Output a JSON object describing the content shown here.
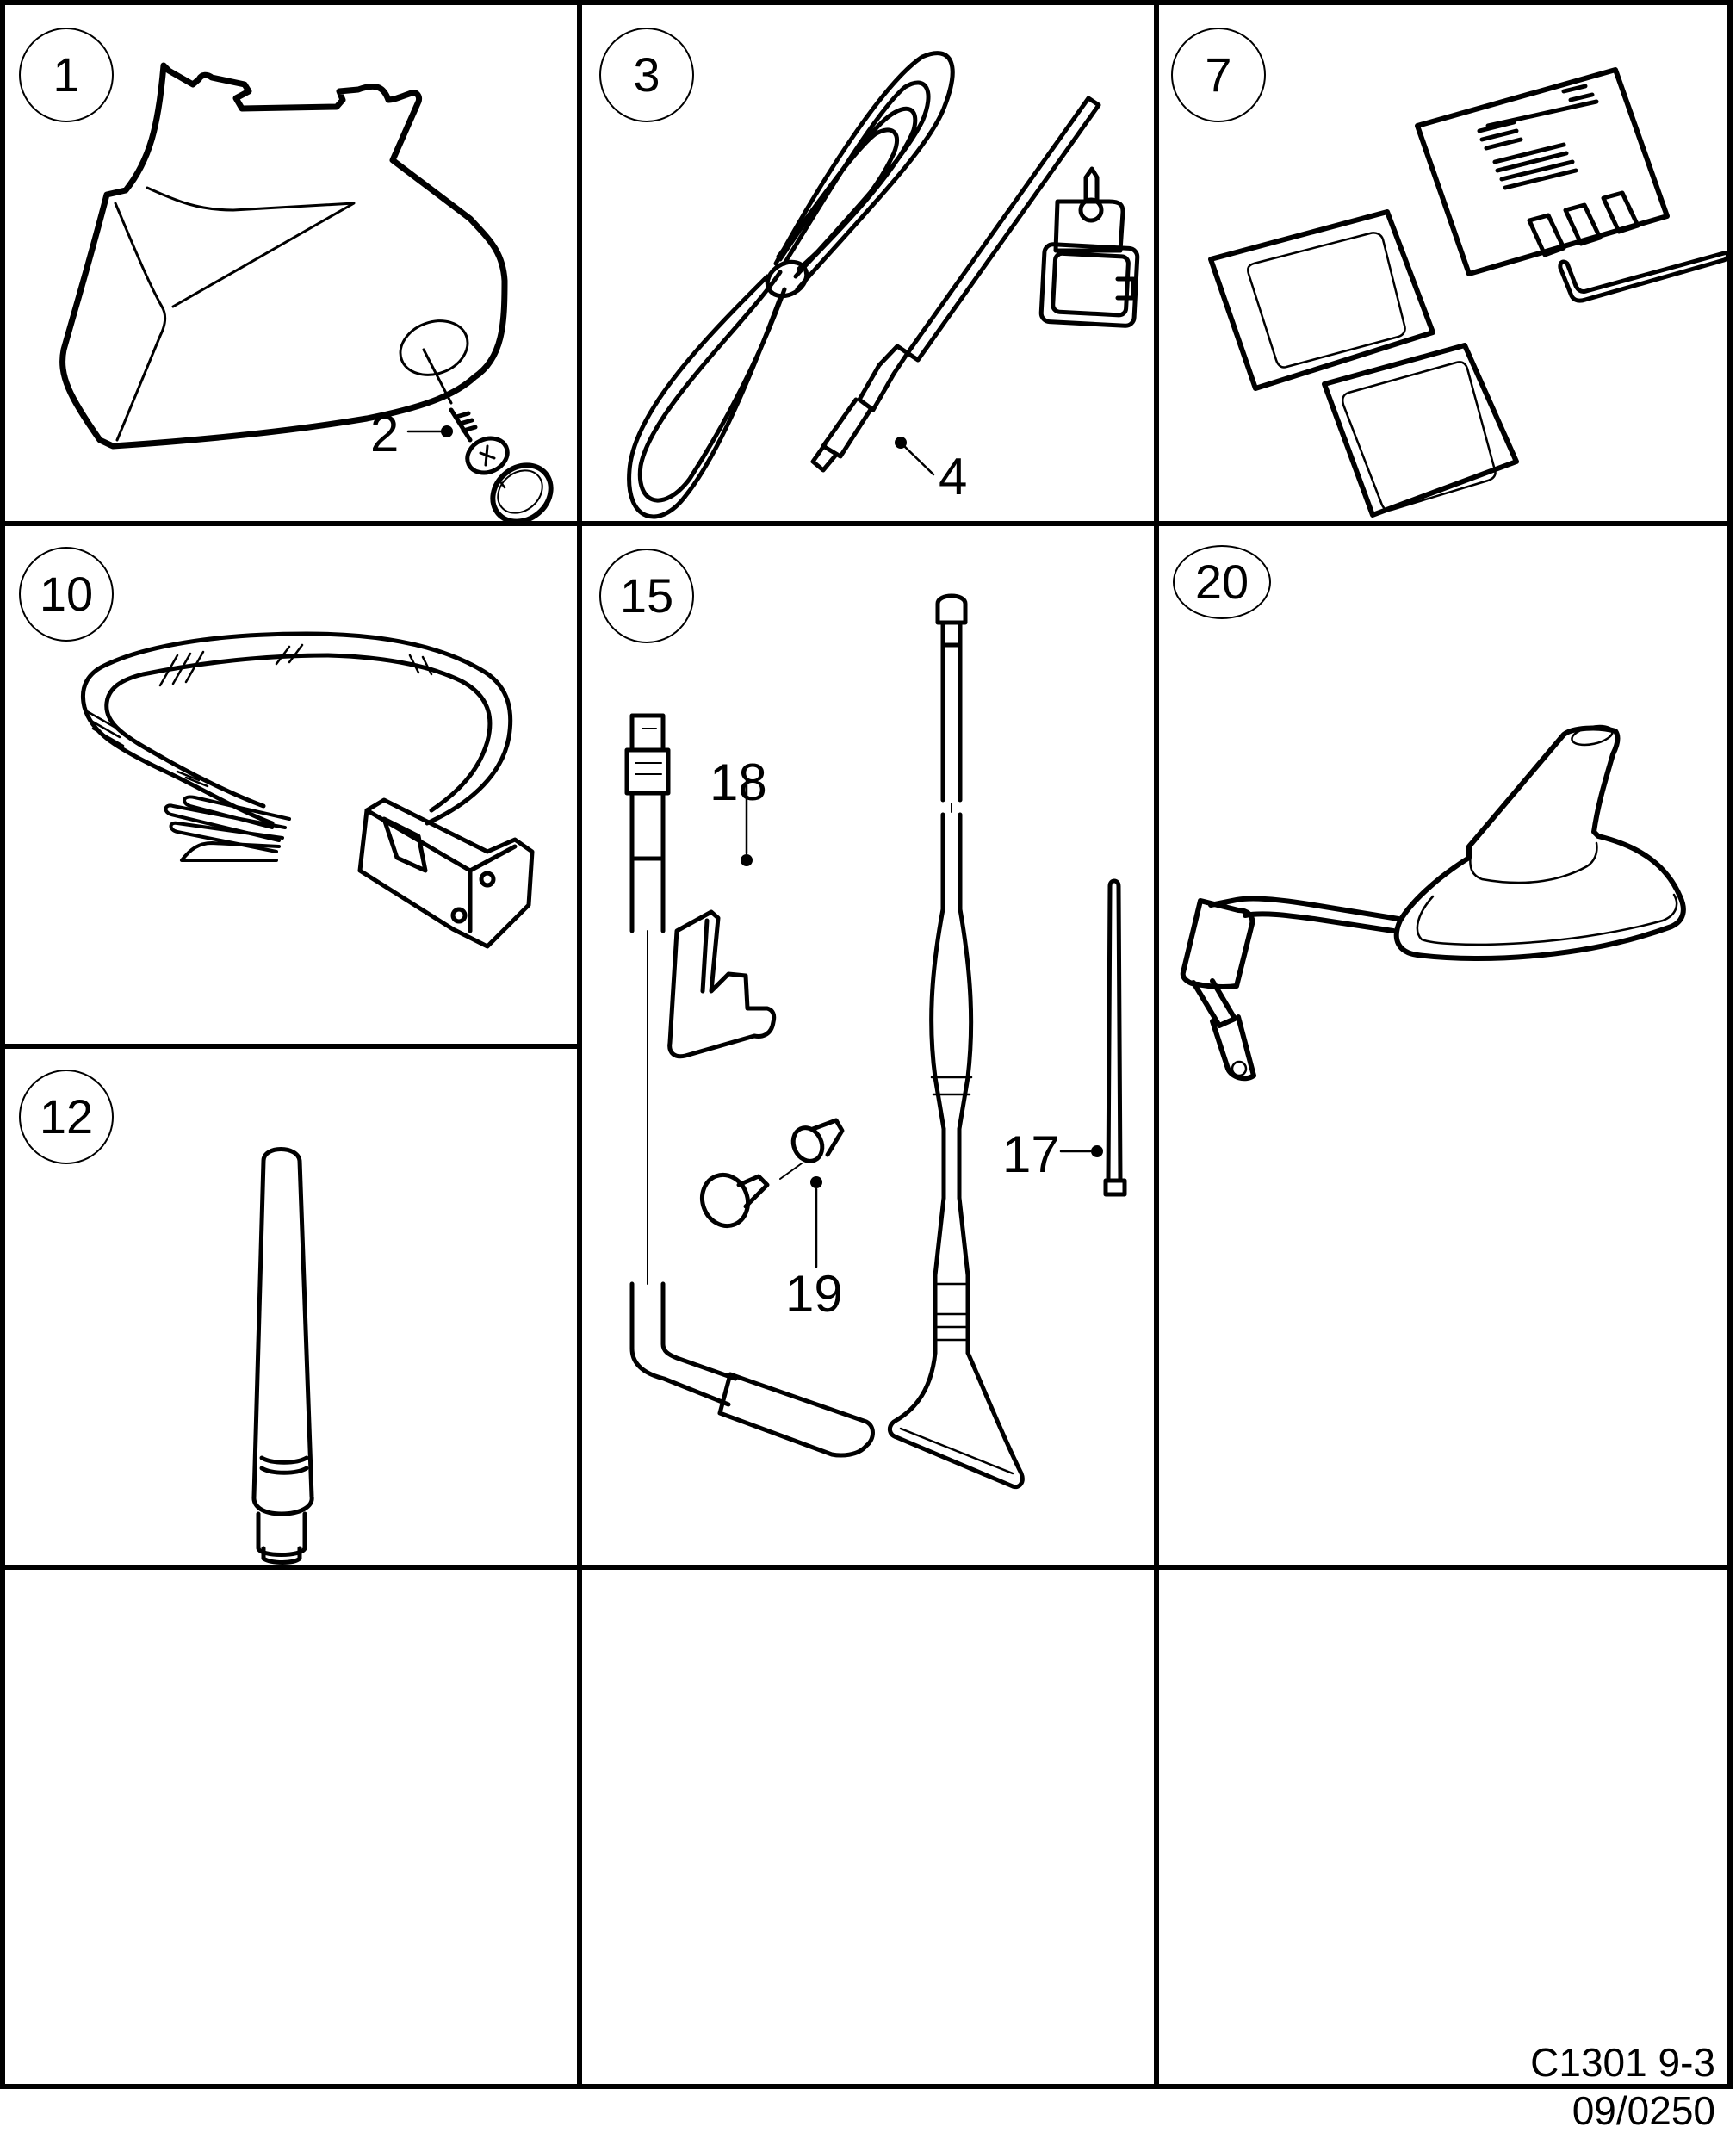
{
  "figure": {
    "catalog_code": "C1301 9-3",
    "revision_code": "09/0250",
    "frame_color": "#000000",
    "background_color": "#ffffff"
  },
  "cells": [
    {
      "id": "cell-1",
      "item_number": "1",
      "part": "mirror-cover-housing",
      "callouts": [
        {
          "number": "2",
          "part": "screw-and-cap"
        }
      ]
    },
    {
      "id": "cell-3",
      "item_number": "3",
      "part": "antenna-cable-kit",
      "callouts": [
        {
          "number": "4",
          "part": "rod-antenna"
        }
      ]
    },
    {
      "id": "cell-7",
      "item_number": "7",
      "part": "adhesive-pads-and-instructions",
      "callouts": []
    },
    {
      "id": "cell-10",
      "item_number": "10",
      "part": "wiring-harness",
      "callouts": []
    },
    {
      "id": "cell-12",
      "item_number": "12",
      "part": "stub-antenna",
      "callouts": []
    },
    {
      "id": "cell-15",
      "item_number": "15",
      "part": "glass-mount-antenna-kit",
      "callouts": [
        {
          "number": "18",
          "part": "clip"
        },
        {
          "number": "19",
          "part": "push-rivet"
        },
        {
          "number": "17",
          "part": "cable-tie"
        }
      ]
    },
    {
      "id": "cell-20",
      "item_number": "20",
      "part": "roof-fin-antenna",
      "callouts": []
    },
    {
      "id": "cell-empty-1",
      "item_number": "",
      "part": "",
      "callouts": []
    },
    {
      "id": "cell-empty-2",
      "item_number": "",
      "part": "",
      "callouts": []
    },
    {
      "id": "cell-empty-3",
      "item_number": "",
      "part": "",
      "callouts": []
    }
  ]
}
